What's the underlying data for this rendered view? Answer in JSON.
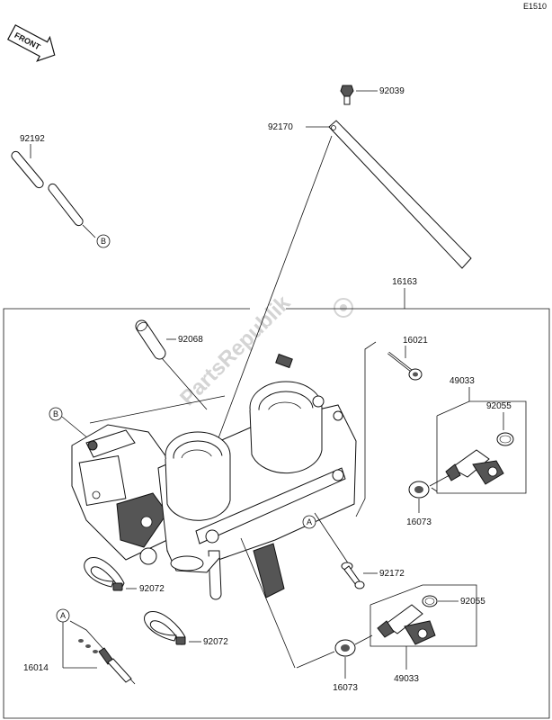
{
  "diagram_code": "E1510",
  "front_label": "FRONT",
  "watermark": "PartsRepublik",
  "callouts": {
    "p92039": "92039",
    "p92170": "92170",
    "p92192": "92192",
    "p16163": "16163",
    "p92068": "92068",
    "p16021": "16021",
    "p49033_top": "49033",
    "p92055_top": "92055",
    "p16073_top": "16073",
    "p92172": "92172",
    "p92072_a": "92072",
    "p92072_b": "92072",
    "p92055_bottom": "92055",
    "p16014": "16014",
    "p16073_bottom": "16073",
    "p49033_bottom": "49033"
  },
  "ref_markers": {
    "b_top": "B",
    "b_left": "B",
    "a_center": "A",
    "a_left": "A"
  }
}
